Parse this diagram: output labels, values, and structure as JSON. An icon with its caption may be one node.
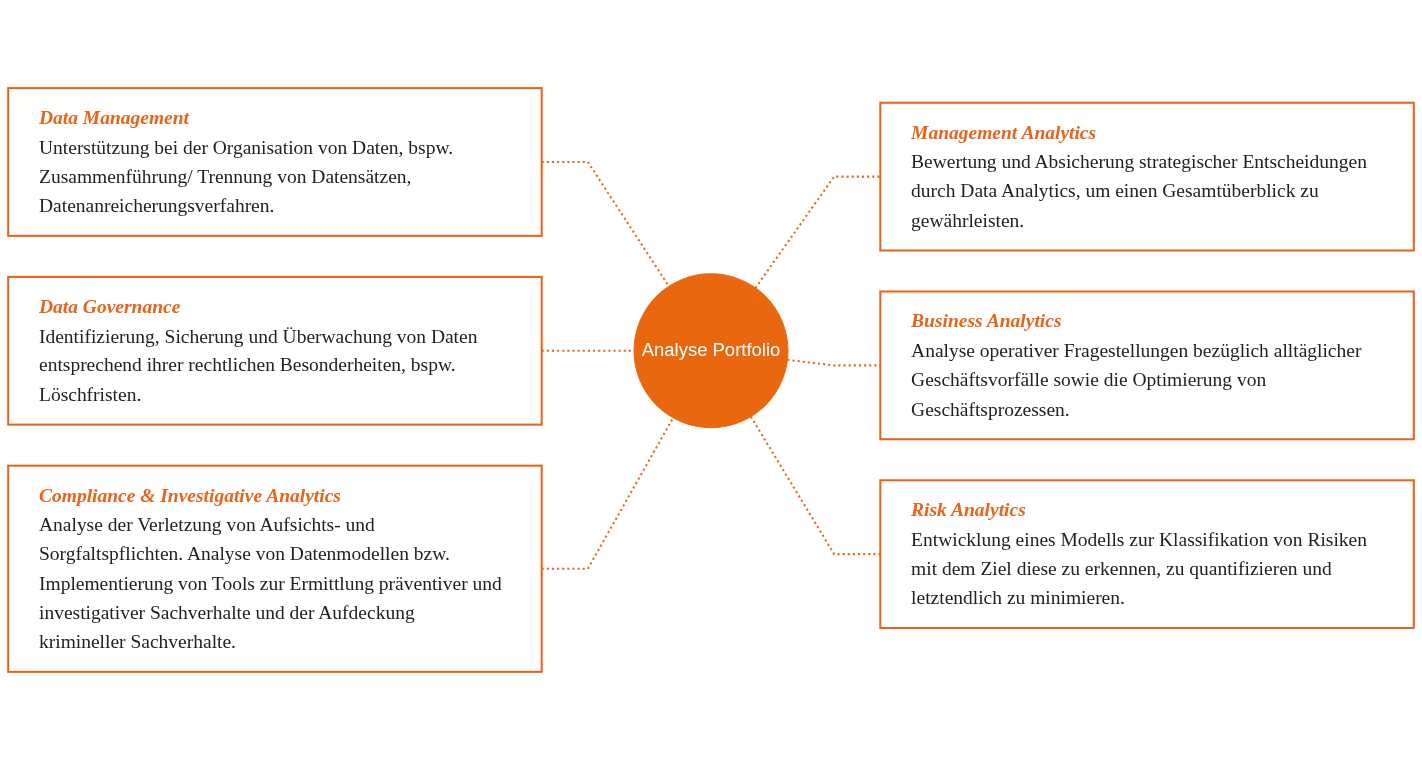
{
  "diagram": {
    "nodes": [
      {
        "text": [
          "Data Management",
          "Unterstützung bei der Organisation von Daten, bspw. Zusammenführung/ Trennung von Datensätzen, Datenanreicherungsverfahren."
        ]
      },
      {
        "text": [
          "Management Analytics",
          "Bewertung und Absicherung strategischer Entscheidungen durch Data Analytics, um einen Gesamtüberblick zu gewährleisten."
        ]
      },
      {
        "text": [
          "Data Governance",
          "Identifizierung, Sicherung und Überwachung von Daten entsprechend ihrer rechtlichen Besonderheiten, bspw. Löschfristen."
        ]
      },
      {
        "text": [
          "Analyse Portfolio"
        ]
      },
      {
        "text": [
          "Business Analytics",
          "Analyse operativer Fragestellungen bezüglich alltäglicher Geschäftsvorfälle sowie die Optimierung von Geschäftsprozessen."
        ]
      },
      {
        "text": [
          "Compliance & Investigative Analytics",
          "Analyse der Verletzung von Aufsichts- und Sorgfaltspflichten. Analyse von Datenmodellen bzw. Implementierung von Tools zur Ermittlung präventiver und investigativer Sachverhalte und der Aufdeckung krimineller Sachverhalte."
        ]
      },
      {
        "text": [
          "Risk Analytics",
          "Entwicklung eines Modells zur Klassifikation von Risiken mit dem Ziel diese zu erkennen, zu quantifizieren und letztendlich zu minimieren."
        ]
      }
    ],
    "edges": [
      {
        "from": 0,
        "to": 3,
        "arrow": "none",
        "style": "dashed"
      },
      {
        "from": 3,
        "to": 1,
        "arrow": "none",
        "style": "dashed"
      },
      {
        "from": 2,
        "to": 3,
        "arrow": "none",
        "style": "dashed"
      },
      {
        "from": 3,
        "to": 4,
        "arrow": "none",
        "style": "dashed"
      },
      {
        "from": 5,
        "to": 3,
        "arrow": "none",
        "style": "dashed"
      },
      {
        "from": 3,
        "to": 6,
        "arrow": "none",
        "style": "dashed"
      }
    ]
  }
}
